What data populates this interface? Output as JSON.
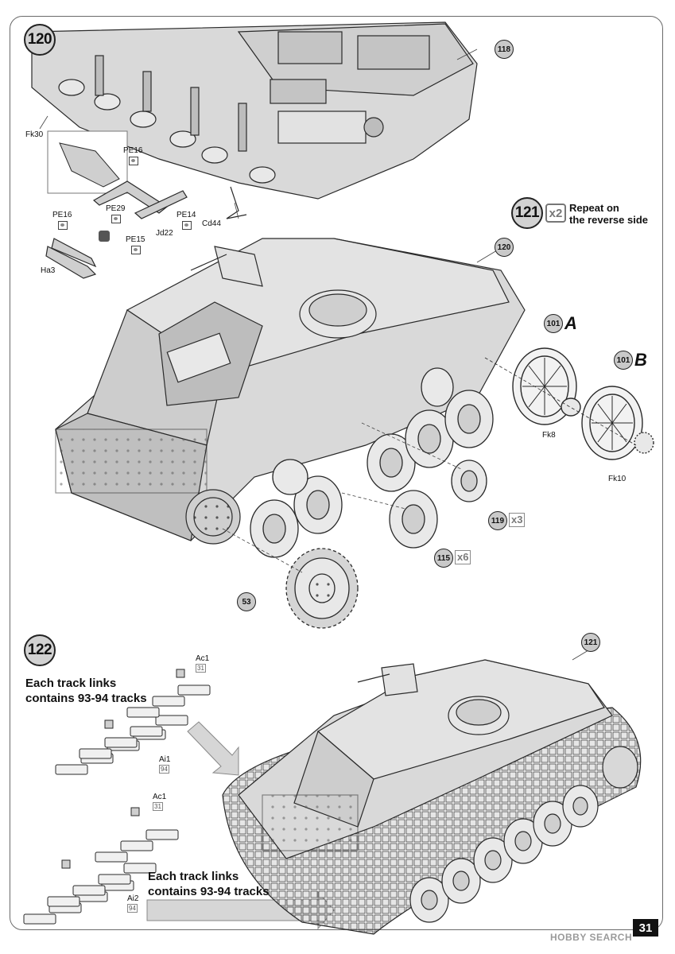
{
  "page_number": "31",
  "watermark": "HOBBY SEARCH",
  "steps": {
    "s120": "120",
    "s121": "121",
    "s122": "122"
  },
  "step121": {
    "multiplier": "x2",
    "repeat_line1": "Repeat on",
    "repeat_line2": "the reverse side"
  },
  "parts": {
    "p118": "118",
    "p120": "120",
    "p101a": "101",
    "p101b": "101",
    "p119": "119",
    "p115": "115",
    "p53": "53",
    "p121": "121"
  },
  "letters": {
    "a": "A",
    "b": "B"
  },
  "multipliers": {
    "m119": "x3",
    "m115": "x6"
  },
  "labels": {
    "fk30": "Fk30",
    "pe16_top": "PE16",
    "pe29": "PE29",
    "pe14": "PE14",
    "pe16_left": "PE16",
    "pe15": "PE15",
    "jd22": "Jd22",
    "cd44": "Cd44",
    "ha3": "Ha3",
    "fk8": "Fk8",
    "fk10": "Fk10",
    "ac1_top": "Ac1",
    "ac1_top_count": "31",
    "ai1": "Ai1",
    "ai1_count": "94",
    "ac1_bottom": "Ac1",
    "ac1_bottom_count": "31",
    "ai2": "Ai2",
    "ai2_count": "94"
  },
  "notes": {
    "top_line1": "Each track links",
    "top_line2": "contains 93-94 tracks",
    "bottom_line1": "Each track links",
    "bottom_line2": "contains 93-94 tracks"
  },
  "colors": {
    "hull": "#d9d9d9",
    "hull_dark": "#bdbdbd",
    "outline": "#2a2a2a",
    "badge": "#c9c9c9",
    "arrow": "#d6d6d6"
  }
}
